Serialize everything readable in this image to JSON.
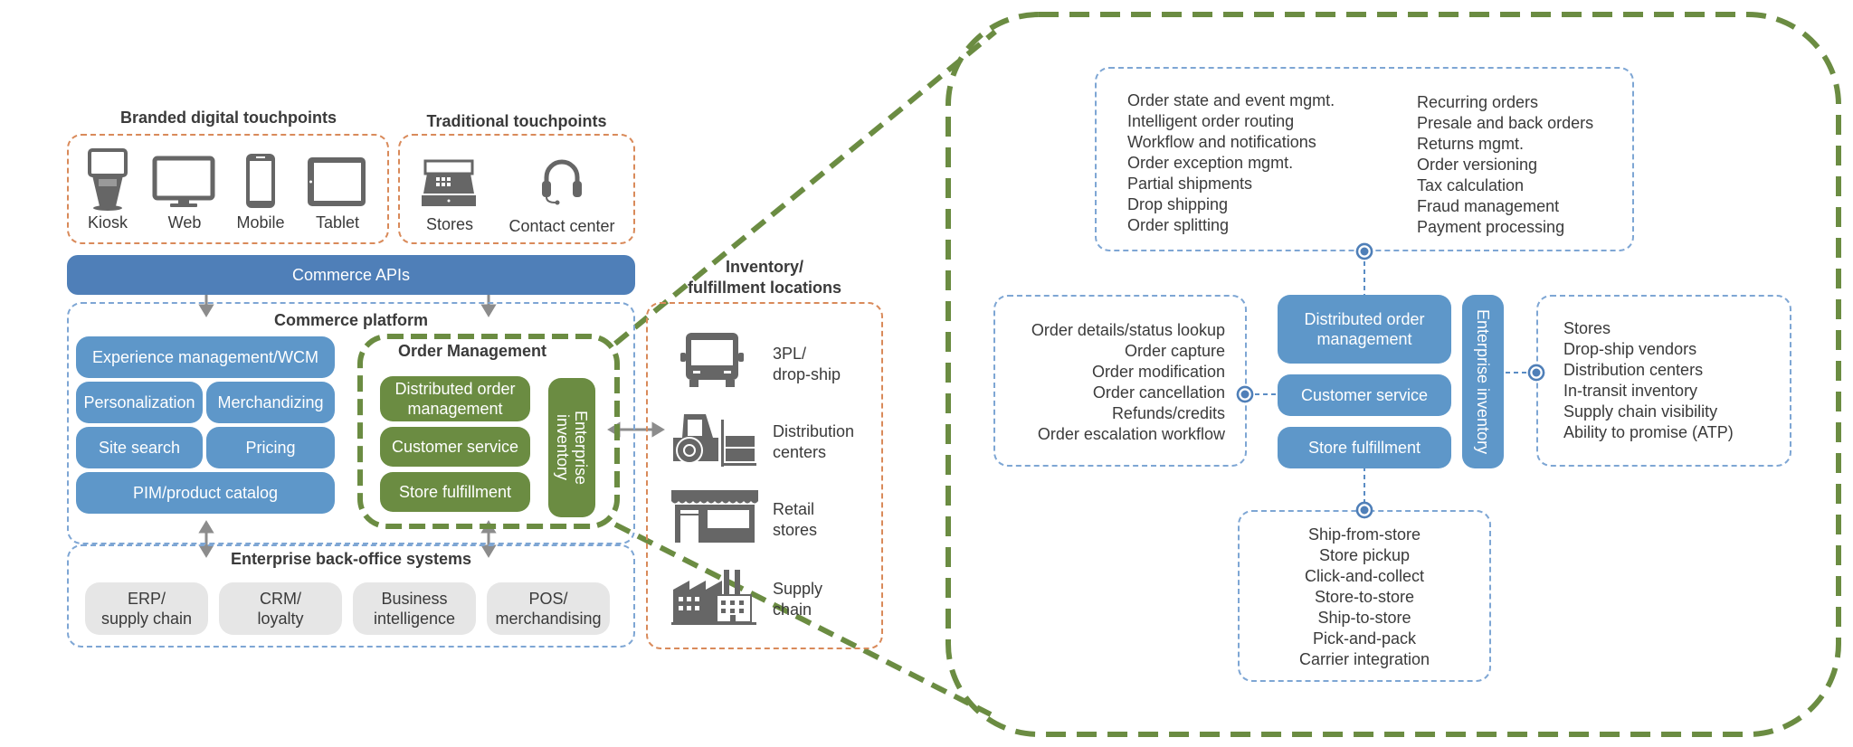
{
  "left": {
    "branded": {
      "title": "Branded digital touchpoints",
      "items": [
        {
          "label": "Kiosk",
          "icon": "kiosk-icon"
        },
        {
          "label": "Web",
          "icon": "monitor-icon"
        },
        {
          "label": "Mobile",
          "icon": "mobile-phone-icon"
        },
        {
          "label": "Tablet",
          "icon": "tablet-icon"
        }
      ]
    },
    "traditional": {
      "title": "Traditional touchpoints",
      "items": [
        {
          "label": "Stores",
          "icon": "cash-register-icon"
        },
        {
          "label": "Contact center",
          "icon": "headset-icon"
        }
      ]
    },
    "commerce_apis": "Commerce APIs",
    "commerce_platform": {
      "title": "Commerce platform",
      "modules": [
        "Experience management/WCM",
        "Personalization",
        "Merchandizing",
        "Site search",
        "Pricing",
        "PIM/product catalog"
      ]
    },
    "order_management": {
      "title": "Order Management",
      "modules": [
        "Distributed order\nmanagement",
        "Customer service",
        "Store fulfillment"
      ],
      "side": "Enterprise\ninventory"
    },
    "back_office": {
      "title": "Enterprise back-office systems",
      "items": [
        "ERP/\nsupply chain",
        "CRM/\nloyalty",
        "Business\nintelligence",
        "POS/\nmerchandising"
      ]
    },
    "locations": {
      "title": "Inventory/\nfulfillment locations",
      "items": [
        {
          "label": "3PL/\ndrop-ship",
          "icon": "truck-icon"
        },
        {
          "label": "Distribution\ncenters",
          "icon": "forklift-icon"
        },
        {
          "label": "Retail\nstores",
          "icon": "storefront-icon"
        },
        {
          "label": "Supply\nchain",
          "icon": "factory-icon"
        }
      ]
    }
  },
  "detail": {
    "top_col1": [
      "Order state and event mgmt.",
      "Intelligent order routing",
      "Workflow and notifications",
      "Order exception mgmt.",
      "Partial shipments",
      "Drop shipping",
      "Order splitting"
    ],
    "top_col2": [
      "Recurring orders",
      "Presale and back orders",
      "Returns mgmt.",
      "Order versioning",
      "Tax calculation",
      "Fraud management",
      "Payment processing"
    ],
    "left_list": [
      "Order details/status lookup",
      "Order capture",
      "Order modification",
      "Order cancellation",
      "Refunds/credits",
      "Order escalation workflow"
    ],
    "right_list": [
      "Stores",
      "Drop-ship vendors",
      "Distribution centers",
      "In-transit inventory",
      "Supply chain visibility",
      "Ability to promise (ATP)"
    ],
    "bottom_list": [
      "Ship-from-store",
      "Store pickup",
      "Click-and-collect",
      "Store-to-store",
      "Ship-to-store",
      "Pick-and-pack",
      "Carrier integration"
    ],
    "modules": [
      "Distributed order\nmanagement",
      "Customer service",
      "Store fulfillment"
    ],
    "side": "Enterprise inventory"
  },
  "colors": {
    "blue_module": "#5e97c9",
    "api_bar": "#4f7fb8",
    "green": "#6b8c42",
    "orange_dash": "#d98a5a",
    "blue_dash": "#7ea6d4",
    "grey_box": "#e6e6e6",
    "icon_grey": "#666666"
  }
}
